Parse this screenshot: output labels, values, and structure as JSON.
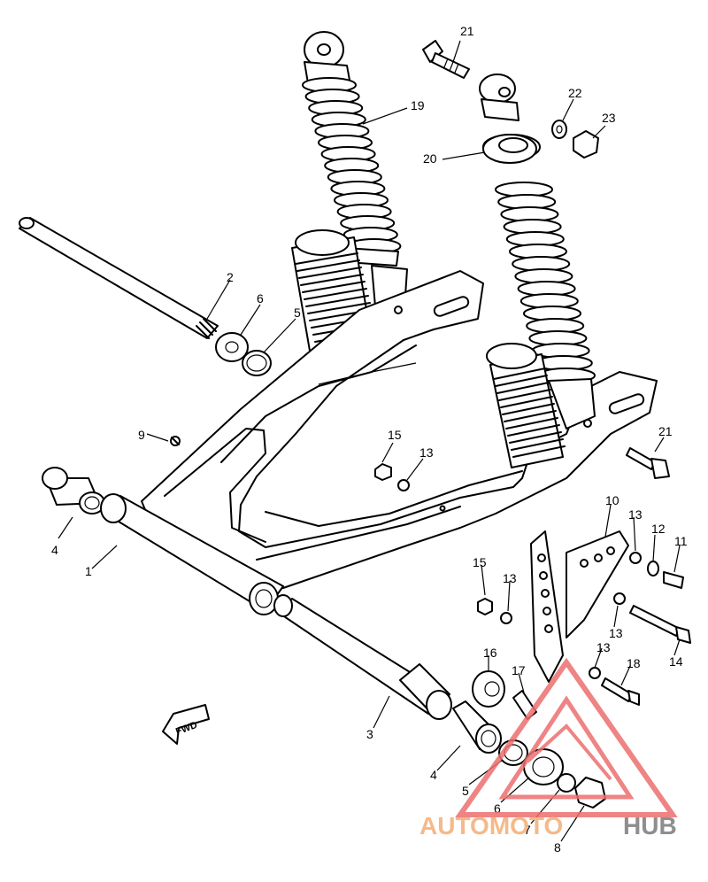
{
  "callouts": [
    {
      "id": "21a",
      "text": "21"
    },
    {
      "id": "19",
      "text": "19"
    },
    {
      "id": "22",
      "text": "22"
    },
    {
      "id": "23",
      "text": "23"
    },
    {
      "id": "20",
      "text": "20"
    },
    {
      "id": "2",
      "text": "2"
    },
    {
      "id": "6a",
      "text": "6"
    },
    {
      "id": "5a",
      "text": "5"
    },
    {
      "id": "21b",
      "text": "21"
    },
    {
      "id": "9",
      "text": "9"
    },
    {
      "id": "15a",
      "text": "15"
    },
    {
      "id": "13a",
      "text": "13"
    },
    {
      "id": "4a",
      "text": "4"
    },
    {
      "id": "1",
      "text": "1"
    },
    {
      "id": "10",
      "text": "10"
    },
    {
      "id": "13b",
      "text": "13"
    },
    {
      "id": "12",
      "text": "12"
    },
    {
      "id": "11",
      "text": "11"
    },
    {
      "id": "15b",
      "text": "15"
    },
    {
      "id": "13c",
      "text": "13"
    },
    {
      "id": "13d",
      "text": "13"
    },
    {
      "id": "14",
      "text": "14"
    },
    {
      "id": "16",
      "text": "16"
    },
    {
      "id": "17",
      "text": "17"
    },
    {
      "id": "13e",
      "text": "13"
    },
    {
      "id": "18",
      "text": "18"
    },
    {
      "id": "3",
      "text": "3"
    },
    {
      "id": "4b",
      "text": "4"
    },
    {
      "id": "5b",
      "text": "5"
    },
    {
      "id": "6b",
      "text": "6"
    },
    {
      "id": "7",
      "text": "7"
    },
    {
      "id": "8",
      "text": "8"
    }
  ],
  "fwd_label": "FWD",
  "watermark": {
    "part1": "AUTOMOTO",
    "part2": "HUB",
    "color1": "#f5b98a",
    "color2": "#8e8e8e",
    "logo_color": "#ec6f6f"
  }
}
